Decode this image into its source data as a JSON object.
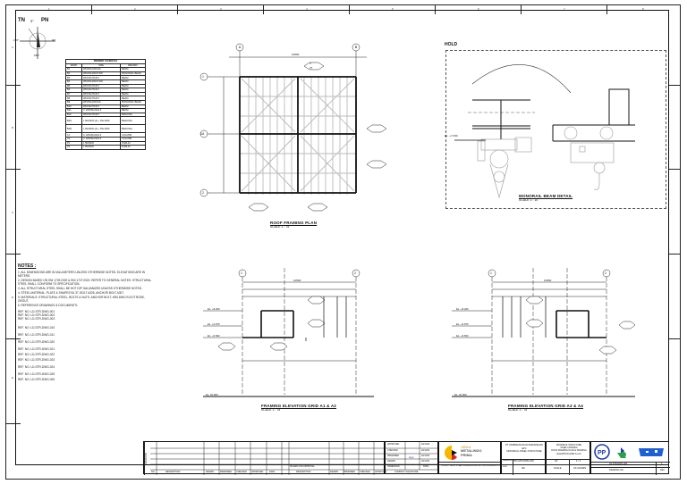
{
  "sheet": {
    "column_refs": [
      "1",
      "2",
      "3",
      "4",
      "5",
      "6",
      "7",
      "8"
    ],
    "row_refs": [
      "A",
      "B",
      "C",
      "D",
      "E"
    ]
  },
  "compass": {
    "true_north": "TN",
    "plant_north": "PN",
    "angle": "5°",
    "labels": {
      "n": "0",
      "e": "90°",
      "s": "180°",
      "w": "270°"
    }
  },
  "member_table": {
    "title": "MEMBER SCHEDULE",
    "headers": [
      "MARK",
      "SIZE",
      "REMARK"
    ],
    "rows": [
      [
        "B1",
        "WF250x125x6x9",
        "BEAM"
      ],
      [
        "B2",
        "WF200x100x5.5x8",
        "MONORAIL BEAM"
      ],
      [
        "B3",
        "WF150x75x5x7",
        "BEAM"
      ],
      [
        "B4",
        "WF200x100x5.5x8",
        "BEAM"
      ],
      [
        "B5",
        "WF150x75x5x7",
        "BEAM"
      ],
      [
        "B6",
        "WF150x75x5x7",
        "BEAM"
      ],
      [
        "B7",
        "WF150x75x5x7",
        "BEAM"
      ],
      [
        "B8",
        "WF150x75x5x7",
        "BEAM"
      ],
      [
        "B9",
        "WF250x125x6x9",
        "MONORAIL BEAM"
      ],
      [
        "B10",
        "WF150x75x5x7",
        "BEAM"
      ],
      [
        "B11",
        "C 125x50x20x2.3",
        "BEAM"
      ],
      [
        "B12",
        "WF150x75x5x7",
        "BRACING"
      ],
      [
        "BR1",
        "L 50x50x5 (A) + TIE ROD",
        "BRACING"
      ],
      [
        "BR2",
        "L 50x50x5 (A) + TIE ROD",
        "BRACING"
      ],
      [
        "C1",
        "C 125x50x20x2.3",
        "COLUMN"
      ],
      [
        "C2",
        "C 125x50x20x2.3",
        "COLUMN"
      ],
      [
        "P1",
        "L 50x50x5",
        "PURLIN"
      ],
      [
        "P2",
        "L 50x50x5",
        "PURLIN"
      ]
    ]
  },
  "roof_plan": {
    "title": "ROOF FRAMING PLAN",
    "scale": "SCALE 1 : 75",
    "grid_cols": [
      "A",
      "B"
    ],
    "grid_rows": [
      "1",
      "1A",
      "2"
    ],
    "overall_dim": "10500",
    "side_dim": "12000",
    "section_tags": [
      {
        "num": "3",
        "sheet": "27",
        "label": "TYP."
      },
      {
        "num": "2",
        "sheet": "27",
        "label": "TYP."
      },
      {
        "num": "2",
        "sheet": "28",
        "label": "TYP."
      },
      {
        "num": "1",
        "sheet": "28",
        "label": "TYP."
      },
      {
        "num": "1",
        "sheet": "30",
        "label": "TYP."
      }
    ]
  },
  "monorail_detail": {
    "hold_label": "HOLD",
    "title": "MONORAIL BEAM DETAIL",
    "scale": "SCALE 1 : 10",
    "level": "EL. +7.000"
  },
  "elevation_a": {
    "title": "FRAMING ELEVATION GRID A1 & A2",
    "scale": "SCALE 1 : 75",
    "grids": [
      "1",
      "2"
    ],
    "levels": [
      "EL. +8.200",
      "EL. +6.875",
      "EL. +6.500",
      "EL. ±0.000"
    ],
    "overall_dim": "10500",
    "tags": [
      {
        "num": "2",
        "sheet": "27"
      },
      {
        "num": "4",
        "sheet": "27"
      },
      {
        "num": "2",
        "sheet": "27"
      },
      {
        "num": "C",
        "sheet": "75"
      }
    ]
  },
  "elevation_b": {
    "title": "FRAMING ELEVATION GRID A3 & A4",
    "scale": "SCALE 1 : 75",
    "grids": [
      "1",
      "2"
    ],
    "levels": [
      "EL. +8.200",
      "EL. +6.875",
      "EL. +6.500",
      "EL. ±0.000"
    ],
    "overall_dim": "10500",
    "tags": [
      {
        "num": "2",
        "sheet": "28"
      },
      {
        "num": "4",
        "sheet": "28"
      },
      {
        "num": "2",
        "sheet": "27"
      },
      {
        "num": "C",
        "sheet": "28"
      }
    ]
  },
  "notes": {
    "heading": "NOTES :",
    "items": [
      "1. ALL DIMENSIONS ARE IN MILLIMETERS UNLESS OTHERWISE NOTED. ELEVATIONS ARE IN METERS.",
      "2. DESIGN BASED ON SNI 1729:2020 & SNI 1727:2020. REFER TO GENERAL NOTES. STRUCTURAL STEEL SHALL CONFORM TO SPECIFICATION.",
      "3. ALL STRUCTURAL STEEL SHALL BE HOT DIP GALVANIZED UNLESS OTHERWISE NOTED.",
      "4. STEEL MATERIAL: PLATE & SHAPES BJ 37, BOLT A325, ANCHOR BOLT A307.",
      "5. MATERIALS: STRUCTURAL STEEL, BOLTS & NUTS, ANCHOR BOLT, WELDING ELECTRODE, GROUT.",
      "6. REFERENCE DRAWINGS & DOCUMENTS:"
    ],
    "references": [
      "REF. NO. LD-STR-DWG-001",
      "REF. NO. LD-STR-DWG-002",
      "REF. NO. LD-STR-DWG-003",
      "REF. NO. LD-STR-DWG-010",
      "REF. NO. LD-STR-DWG-011",
      "REF. NO. LD-STR-DWG-020",
      "REF. NO. LD-STR-DWG-021",
      "REF. NO. LD-STR-DWG-022",
      "REF. NO. LD-STR-DWG-023",
      "REF. NO. LD-STR-DWG-024",
      "REF. NO. LD-STR-DWG-025",
      "REF. NO. LD-STR-DWG-026"
    ]
  },
  "revision_block": {
    "label": "REVISIONS",
    "headers_left": [
      "NO.",
      "DESCRIPTION",
      "DRAWN",
      "PREPARED",
      "CHECKED",
      "APPROVED",
      "DATE"
    ],
    "headers_right": [
      "NO.",
      "DESCRIPTION",
      "DRAWN",
      "PREPARED",
      "CHECKED",
      "APPROVED",
      "DATE"
    ],
    "issued": "ISSUED FOR APPROVAL",
    "signatures": [
      {
        "role": "APPROVED",
        "date": "20/11/20"
      },
      {
        "role": "CHECKED",
        "date": "20/11/20"
      },
      {
        "role": "PREPARED",
        "date": "20/11/20"
      },
      {
        "role": "DRAWN",
        "date": "20/11/20"
      }
    ],
    "name_sig": "NAME/SIGN",
    "date_label": "DATE",
    "company_label": "COMPANY SIGNATURE"
  },
  "title_block": {
    "contractor_logo": {
      "line1": "CEDA",
      "line2": "METALINDO",
      "line3": "PRIMA"
    },
    "project": "STRUCTURAL STEEL FRAMING DETAIL PLAN & ELEVATION",
    "owner_lines": [
      "PT. PEMBANGUNAN PERUMAHAN",
      "EPC",
      "MONORAIL STEEL STRUCTURE"
    ],
    "drawing_title": [
      "MONORAIL STRUCTURE",
      "STEEL FRAMING",
      "ROOF FRAMING PLAN & FRAMING",
      "ELEVATION GRID A1-A4"
    ],
    "drawing_no_label": "DRAWING NO.",
    "drawing_no": "LD-STR-DWG-026",
    "sheet": "1",
    "rev": "0",
    "scale_label": "SCALE",
    "scale": "AS SHOWN",
    "size": "A3",
    "size_label": "SIZE",
    "status": "IFA",
    "sheet_of": "1 / 1",
    "rev_label": "REV"
  },
  "colors": {
    "line": "#111111",
    "ceda_yellow": "#f5b800",
    "ceda_red": "#d9232d",
    "ceda_black": "#111111",
    "pp_blue": "#1f3fa8",
    "green_logo": "#2aa04a",
    "blue_logo": "#1f5fd0"
  }
}
